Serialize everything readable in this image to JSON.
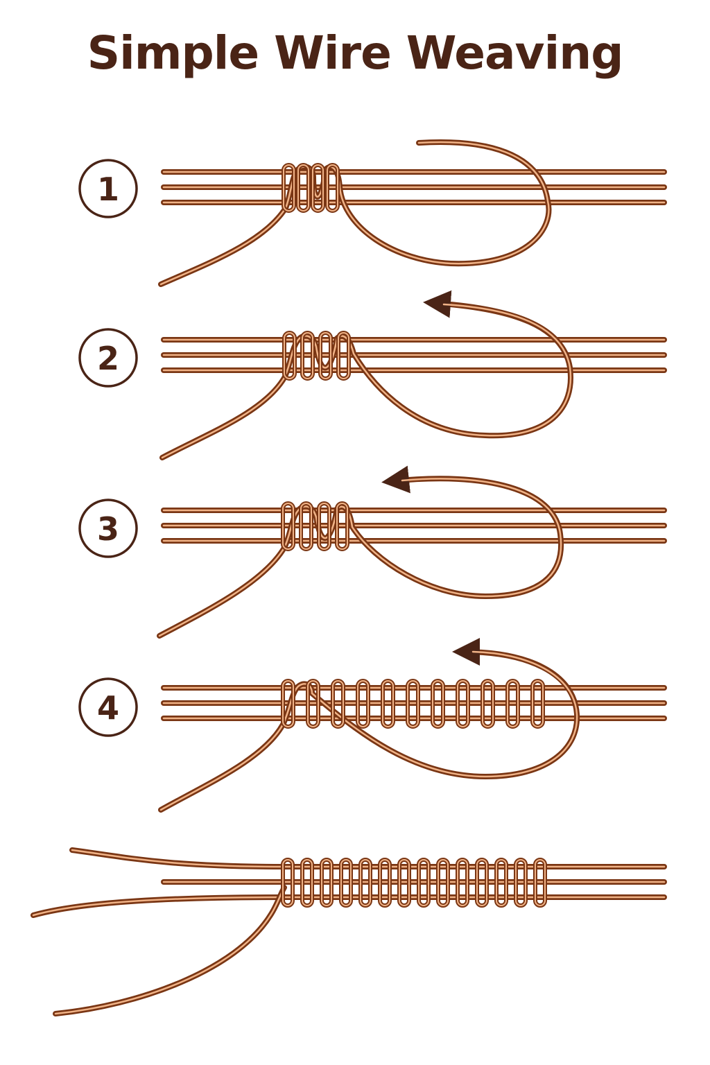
{
  "title": "Simple Wire Weaving",
  "colors": {
    "title": "#4a2416",
    "wire_dark": "#7a3614",
    "wire_mid": "#c46a34",
    "wire_light": "#f1b387",
    "arrow": "#4a2416"
  },
  "steps": [
    {
      "label": "1",
      "wraps": 4,
      "arrow": false
    },
    {
      "label": "2",
      "wraps": 4,
      "arrow": true
    },
    {
      "label": "3",
      "wraps": 4,
      "arrow": true
    },
    {
      "label": "4",
      "wraps": 11,
      "arrow": true
    },
    {
      "label": "",
      "wraps": 14,
      "arrow": false
    }
  ]
}
